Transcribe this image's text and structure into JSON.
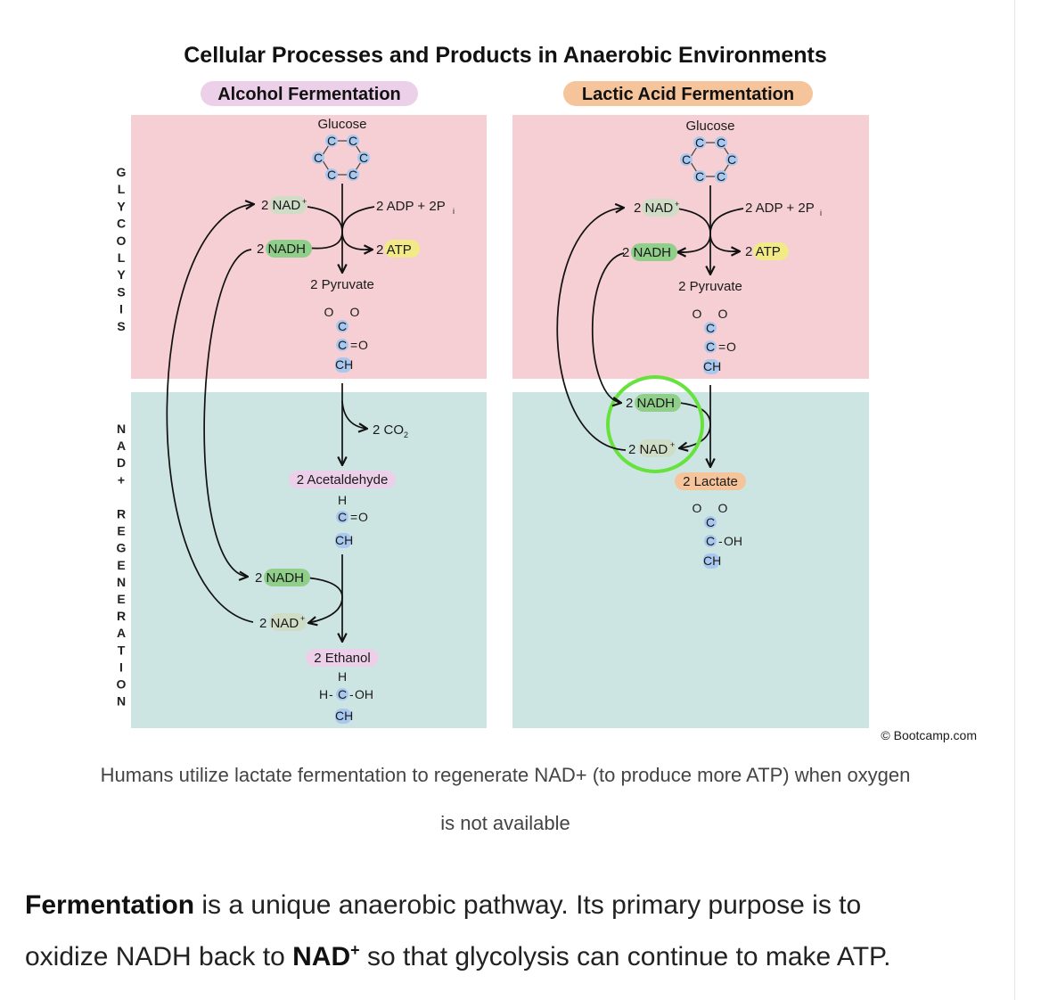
{
  "figure": {
    "title": "Cellular Processes and Products in Anaerobic Environments",
    "side_labels": {
      "top": "GLYCOLYSIS",
      "bottom": "NAD+ REGENERATION"
    },
    "copyright": "© Bootcamp.com",
    "colors": {
      "glycolysis_bg": "#f5cfd3",
      "regen_bg": "#cde5e2",
      "carbon": "#a9c8f0",
      "nadh": "#8fcf8a",
      "nad": "#cfdcc6",
      "atp": "#f1ea87",
      "pink_label": "#ecd0ea",
      "orange_label": "#f5c49b",
      "highlight": "#66e23c"
    },
    "alcohol": {
      "header": "Alcohol Fermentation",
      "glucose": "Glucose",
      "nad_in": "2 NAD",
      "adp": "2 ADP + 2P",
      "nadh_out": "2 NADH",
      "atp": "2 ATP",
      "pyruvate": "2 Pyruvate",
      "co2": "2 CO",
      "acetaldehyde": "2 Acetaldehyde",
      "nadh_in": "2 NADH",
      "nad_out": "2 NAD",
      "ethanol": "2 Ethanol"
    },
    "lactic": {
      "header": "Lactic Acid Fermentation",
      "glucose": "Glucose",
      "nad_in": "2 NAD",
      "adp": "2 ADP + 2P",
      "nadh_out": "2 NADH",
      "atp": "2 ATP",
      "pyruvate": "2 Pyruvate",
      "nadh_in": "2 NADH",
      "nad_out": "2 NAD",
      "lactate": "2 Lactate"
    },
    "atoms": {
      "C": "C",
      "H": "H",
      "O": "O",
      "CH3": "CH",
      "OH": "OH",
      "Ominus": "O"
    }
  },
  "caption": {
    "line1": "Humans utilize lactate fermentation to regenerate NAD+ (to produce more ATP) when oxygen",
    "line2": "is not available"
  },
  "paragraph": {
    "bold1": "Fermentation",
    "text1": " is a unique anaerobic pathway. Its primary purpose is to",
    "text2": "oxidize NADH back to ",
    "bold2": "NAD",
    "sup": "+",
    "text3": " so that glycolysis can continue to make ATP."
  }
}
